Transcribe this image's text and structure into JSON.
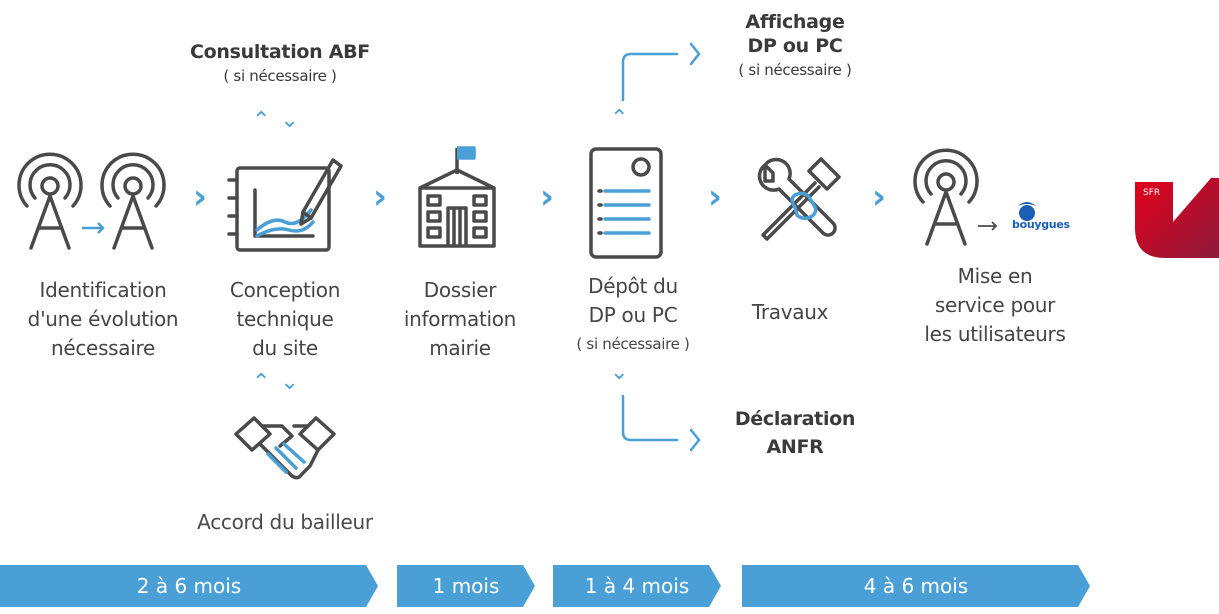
{
  "steps": [
    {
      "icon": "antenna-transfer-icon",
      "label": [
        "Identification",
        "d'une évolution",
        "nécessaire"
      ]
    },
    {
      "icon": "drawing-tablet-icon",
      "label": [
        "Conception",
        "technique",
        "du site"
      ]
    },
    {
      "icon": "town-hall-icon",
      "label": [
        "Dossier",
        "information",
        "mairie"
      ]
    },
    {
      "icon": "document-icon",
      "label": [
        "Dépôt du",
        "DP ou PC"
      ],
      "note": "( si nécessaire )"
    },
    {
      "icon": "tools-icon",
      "label": [
        "Travaux"
      ]
    },
    {
      "icon": "antenna-service-icon",
      "label": [
        "Mise en",
        "service pour",
        "les utilisateurs"
      ],
      "operator_logo_text": "bouygues"
    }
  ],
  "consultation_abf": {
    "title": "Consultation ABF",
    "note": "( si nécessaire )"
  },
  "accord_bailleur": {
    "title": "Accord du bailleur",
    "icon": "handshake-icon"
  },
  "affichage": {
    "title_line1": "Affichage",
    "title_line2": "DP ou PC",
    "note": "( si nécessaire )"
  },
  "declaration": {
    "title_line1": "Déclaration",
    "title_line2": "ANFR"
  },
  "sfr_logo": {
    "text": "SFR",
    "colors": [
      "#e2001a",
      "#8e1a3c"
    ]
  },
  "timeline": [
    {
      "label": "2 à 6 mois"
    },
    {
      "label": "1 mois"
    },
    {
      "label": "1 à 4 mois"
    },
    {
      "label": "4 à 6 mois"
    }
  ],
  "colors": {
    "accent": "#4a9fd6",
    "icon_stroke": "#4a4a4a",
    "text": "#454545"
  }
}
